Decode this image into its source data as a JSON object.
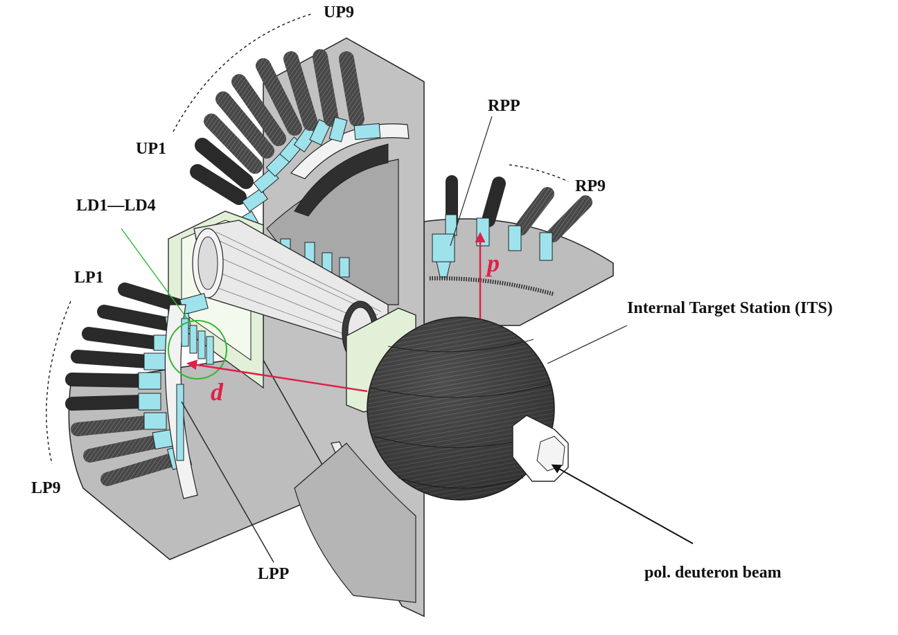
{
  "labels": {
    "up9": "UP9",
    "up1": "UP1",
    "rpp": "RPP",
    "rp9": "RP9",
    "ld": "LD1—LD4",
    "lp1": "LP1",
    "lp9": "LP9",
    "lpp": "LPP",
    "its": "Internal Target Station (ITS)",
    "beam": "pol. deuteron beam",
    "d": "d",
    "p": "p"
  },
  "colors": {
    "plate": "#bdbdbd",
    "plate_dark": "#9a9a9a",
    "detector": "#9ee3ec",
    "pmt": "#3a3a3a",
    "frame": "#e2f0d8",
    "red": "#e0204a",
    "green": "#2fb82f",
    "sphere": "#555555"
  },
  "icons": {
    "pmt": "photomultiplier-tube-icon",
    "scintillator": "scintillator-block-icon",
    "sphere": "target-sphere-icon"
  }
}
